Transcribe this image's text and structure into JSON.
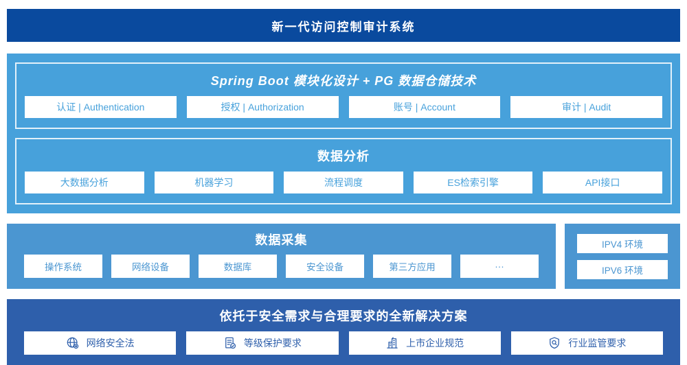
{
  "colors": {
    "banner_bg": "#0a4a9e",
    "stack_bg": "#47a1db",
    "collect_bg": "#4b96d1",
    "solution_bg": "#2e5fab",
    "chip_bg": "#ffffff",
    "chip_text_light": "#47a1db",
    "chip_text_dark": "#2e5fab"
  },
  "header": {
    "title": "新一代访问控制审计系统"
  },
  "platform": {
    "title": "Spring Boot 模块化设计 + PG 数据仓储技术",
    "modules": [
      "认证 | Authentication",
      "授权 | Authorization",
      "账号 | Account",
      "审计 | Audit"
    ]
  },
  "analysis": {
    "title": "数据分析",
    "modules": [
      "大数据分析",
      "机器学习",
      "流程调度",
      "ES检索引擎",
      "API接口"
    ]
  },
  "collection": {
    "title": "数据采集",
    "modules": [
      "操作系统",
      "网络设备",
      "数据库",
      "安全设备",
      "第三方应用",
      "···"
    ]
  },
  "network": {
    "items": [
      "IPV4 环境",
      "IPV6 环境"
    ]
  },
  "solution": {
    "title": "依托于安全需求与合理要求的全新解决方案",
    "items": [
      {
        "icon": "globe-icon",
        "label": "网络安全法"
      },
      {
        "icon": "document-check-icon",
        "label": "等级保护要求"
      },
      {
        "icon": "building-icon",
        "label": "上市企业规范"
      },
      {
        "icon": "shield-search-icon",
        "label": "行业监管要求"
      }
    ]
  }
}
